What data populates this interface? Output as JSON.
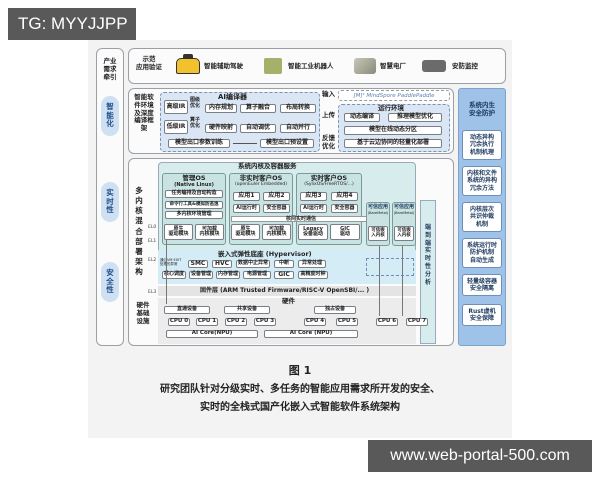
{
  "watermarks": {
    "top": "TG: MYYJJPP",
    "bottom": "www.web-portal-500.com"
  },
  "left_column": {
    "header": "产业\n需求\n牵引",
    "ovals": [
      "智\n能\n化",
      "实\n时\n性",
      "安\n全\n性"
    ]
  },
  "app_row": {
    "label": "示范\n应用验证",
    "items": [
      {
        "label": "智能辅助驾驶",
        "icon": "car-icon"
      },
      {
        "label": "智能工业机器人",
        "icon": "robot-arm-icon"
      },
      {
        "label": "智慧电厂",
        "icon": "power-plant-icon"
      },
      {
        "label": "安防监控",
        "icon": "camera-icon"
      }
    ]
  },
  "ai_section": {
    "label": "智能软\n件环境\n及深度\n编译框\n架",
    "compiler": {
      "title": "AI编译器",
      "high_ir": "高级IR",
      "low_ir": "低级IR",
      "graph_opt": "图级\n优化",
      "op_opt": "算子\n优化",
      "row1": [
        "内存规划",
        "算子融合",
        "布局转换"
      ],
      "row2": [
        "硬件映射",
        "自动调优",
        "自动并行"
      ],
      "train": "模型出口参数训练",
      "preset": "模型出口预设置"
    },
    "flow": {
      "input": "输入",
      "upload": "上传",
      "feedback": "反馈\n优化"
    },
    "frameworks": "[M]¹ MindSpore   PaddlePaddle",
    "runtime": {
      "title": "运行环境",
      "dynamic_compile": "动态编译",
      "infer_opt": "推理模型优化",
      "partition": "模型在线动态分区",
      "deploy": "基于云边协同的轻量化部署"
    }
  },
  "security": {
    "title": "系统内生\n安全防护",
    "items": [
      "动态异构\n冗余执行\n机制机理",
      "内核和文件\n系统的异构\n冗余方法",
      "内核层次\n共识仲裁\n机制",
      "系统运行时\n防护机制\n自动生成",
      "轻量级容器\n安全隔离",
      "Rust虚机\n安全保障"
    ]
  },
  "multicore": {
    "label": "多\n内\n核\n混\n合\n部\n署\n架\n构",
    "section_title": "系统内核及容器服务",
    "exception_levels": [
      "EL0",
      "EL1",
      "EL2",
      "EL3"
    ],
    "mgmt_os": {
      "title": "管理OS",
      "subtitle": "(Native Linux)",
      "items": [
        "任务编排及自动构造",
        "命令行工具&模拟防逃逸",
        "多内核环境管理"
      ],
      "drivers": [
        "原生\n驱动模块",
        "可加载\n内核模块"
      ]
    },
    "non_rt_os": {
      "title": "非实时客户OS",
      "subtitle": "(openEuler Embedded)",
      "apps": [
        "应用1",
        "应用2"
      ],
      "runtime": [
        "AI运行时",
        "安全容器"
      ],
      "drivers": [
        "原生\n驱动模块",
        "可加载\n内核模块"
      ]
    },
    "rt_os": {
      "title": "实时客户OS",
      "subtitle": "(SylixOS/FreeRTOS/...)",
      "apps": [
        "应用3",
        "应用4"
      ],
      "runtime": [
        "AI运行时",
        "安全容器"
      ],
      "drivers": [
        "Legacy\n设备驱动",
        "GIC\n驱动"
      ]
    },
    "inter_core": "核间实时通信",
    "trusted": [
      {
        "title": "可信应用",
        "sub": "(BareMetal)",
        "kernel": "可信嵌\n入内核"
      },
      {
        "title": "可信应用",
        "sub": "(BareMetal)",
        "kernel": "可信嵌\n入内核"
      }
    ],
    "hypervisor": {
      "title": "嵌入式弹性底座 (Hypervisor)",
      "note": "通过VM EXIT\n处理的异常",
      "row1": [
        "SMC",
        "HVC",
        "数据中止异常",
        "中断",
        "异常处理"
      ],
      "row2": [
        "核心调度",
        "设备管理",
        "内存管理",
        "电源管理",
        "GIC",
        "高精度时钟"
      ]
    },
    "firmware": "固件层 (ARM Trusted Firmware/RISC-V OpenSBI/... )",
    "rt_analysis": "端\n到\n端\n实\n时\n性\n分\n析"
  },
  "hardware": {
    "label": "硬件\n基础\n设施",
    "title": "硬件",
    "groups": [
      "直通设备",
      "共享设备",
      "独占设备"
    ],
    "cpus": [
      "CPU 0",
      "CPU 1",
      "CPU 2",
      "CPU 3",
      "CPU 4",
      "CPU 5",
      "CPU 6",
      "CPU 7"
    ],
    "npus": [
      "AI Core(NPU)",
      "AI Core (NPU)"
    ]
  },
  "caption": {
    "figure": "图 1",
    "line1": "研究团队针对分级实时、多任务的智能应用需求所开发的安全、",
    "line2": "实时的全栈式国产化嵌入式智能软件系统架构"
  }
}
